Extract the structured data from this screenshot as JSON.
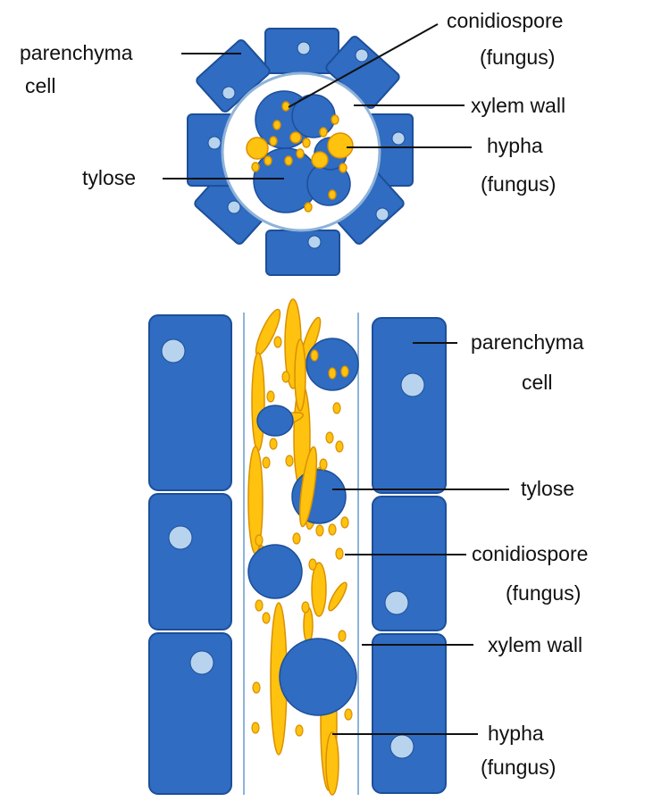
{
  "colors": {
    "cell_fill": "#2f6cc2",
    "cell_stroke": "#1d4f99",
    "nucleus_fill": "#b8d3ee",
    "fungus_fill": "#ffc20e",
    "fungus_stroke": "#d99000",
    "wall_stroke": "#8fb3d9",
    "label_color": "#111111"
  },
  "cross_section": {
    "labels": {
      "parenchyma_line1": "parenchyma",
      "parenchyma_line2": "cell",
      "tylose": "tylose",
      "conidiospore_line1": "conidiospore",
      "conidiospore_line2": "(fungus)",
      "xylem_wall": "xylem wall",
      "hypha_line1": "hypha",
      "hypha_line2": "(fungus)"
    }
  },
  "longitudinal_section": {
    "labels": {
      "parenchyma_line1": "parenchyma",
      "parenchyma_line2": "cell",
      "tylose": "tylose",
      "conidiospore_line1": "conidiospore",
      "conidiospore_line2": "(fungus)",
      "xylem_wall": "xylem wall",
      "hypha_line1": "hypha",
      "hypha_line2": "(fungus)"
    }
  }
}
